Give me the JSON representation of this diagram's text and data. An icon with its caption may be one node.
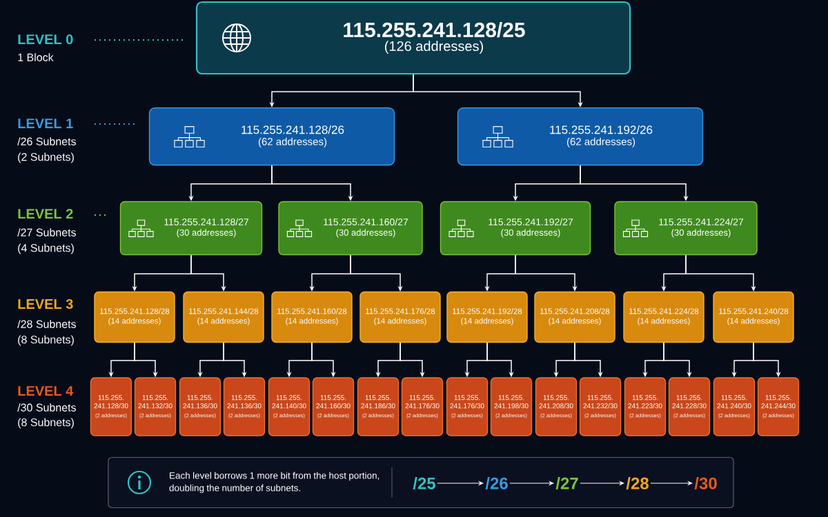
{
  "diagram": {
    "nodes": [
      {
        "text": [
          "115.255.241.128/25",
          "(126 addresses)"
        ]
      },
      {
        "text": [
          "115.255.241.128/26",
          "(62 addresses)"
        ]
      },
      {
        "text": [
          "115.255.241.192/26",
          "(62 addresses)"
        ]
      },
      {
        "text": [
          "115.255.241.128/27",
          "(30 addresses)"
        ]
      },
      {
        "text": [
          "115.255.241.160/27",
          "(30 addresses)"
        ]
      },
      {
        "text": [
          "115.255.241.192/27",
          "(30 addresses)"
        ]
      },
      {
        "text": [
          "115.255.241.224/27",
          "(30 addresses)"
        ]
      },
      {
        "text": [
          "115.255.241.128/28",
          "(14 addresses)"
        ]
      },
      {
        "text": [
          "115.255.241.144/28",
          "(14 addresses)"
        ]
      },
      {
        "text": [
          "115.255.241.160/28",
          "(14 addresses)"
        ]
      },
      {
        "text": [
          "115.255.241.176/28",
          "(14 addresses)"
        ]
      },
      {
        "text": [
          "115.255.241.192/28",
          "(14 addresses)"
        ]
      },
      {
        "text": [
          "115.255.241.208/28",
          "(14 addresses)"
        ]
      },
      {
        "text": [
          "115.255.241.224/28",
          "(14 addresses)"
        ]
      },
      {
        "text": [
          "115.255.241.240/28",
          "(14 addresses)"
        ]
      },
      {
        "text": [
          "115.255. 241.128/30",
          "(2 addresses)"
        ]
      },
      {
        "text": [
          "115.255. 241.132/30",
          "(2 addresses)"
        ]
      },
      {
        "text": [
          "115.255. 241.136/30",
          "(2 addresses)"
        ]
      },
      {
        "text": [
          "115.255. 241.136/30",
          "(2 addresses)"
        ]
      },
      {
        "text": [
          "115.255. 241.140/30",
          "(2 addresses)"
        ]
      },
      {
        "text": [
          "115.255. 241.160/30",
          "(2 addresses)"
        ]
      },
      {
        "text": [
          "115.255. 241.186/30",
          "(2 addresses)"
        ]
      },
      {
        "text": [
          "115.255. 241.176/30",
          "(2 addresses)"
        ]
      },
      {
        "text": [
          "115.255. 241.176/30",
          "(2 addresses)"
        ]
      },
      {
        "text": [
          "115.255. 241.198/30",
          "(2 addresses)"
        ]
      },
      {
        "text": [
          "115.255. 241.208/30",
          "(2 addresses)"
        ]
      },
      {
        "text": [
          "115.255. 241.232/30",
          "(2 addresses)"
        ]
      },
      {
        "text": [
          "115.255. 241.223/30",
          "(2 addresses)"
        ]
      },
      {
        "text": [
          "115.255. 241.228/30",
          "(2 addresses)"
        ]
      },
      {
        "text": [
          "115.255. 241.240/30",
          "(2 addresses)"
        ]
      },
      {
        "text": [
          "115.255. 241.244/30",
          "(2 addresses)"
        ]
      },
      {
        "text": [
          "Each level borrows 1 more bit from the host portion, doubling the number of subnets."
        ]
      },
      {
        "text": [
          "/25"
        ],
        "in": 31
      },
      {
        "text": [
          "/26"
        ],
        "in": 31
      },
      {
        "text": [
          "/27"
        ],
        "in": 31
      },
      {
        "text": [
          "/28"
        ],
        "in": 31
      },
      {
        "text": [
          "/30"
        ],
        "in": 31
      }
    ],
    "edges": [
      {
        "from": 0,
        "to": 1,
        "arrow": "to"
      },
      {
        "from": 0,
        "to": 2,
        "arrow": "to"
      },
      {
        "from": 1,
        "to": 3,
        "arrow": "to"
      },
      {
        "from": 1,
        "to": 4,
        "arrow": "to"
      },
      {
        "from": 2,
        "to": 5,
        "arrow": "to"
      },
      {
        "from": 2,
        "to": 6,
        "arrow": "to"
      },
      {
        "from": 3,
        "to": 7,
        "arrow": "to"
      },
      {
        "from": 3,
        "to": 8,
        "arrow": "to"
      },
      {
        "from": 4,
        "to": 9,
        "arrow": "to"
      },
      {
        "from": 4,
        "to": 10,
        "arrow": "to"
      },
      {
        "from": 5,
        "to": 11,
        "arrow": "to"
      },
      {
        "from": 5,
        "to": 12,
        "arrow": "to"
      },
      {
        "from": 6,
        "to": 13,
        "arrow": "to"
      },
      {
        "from": 6,
        "to": 14,
        "arrow": "to"
      },
      {
        "from": 7,
        "to": 15,
        "arrow": "to"
      },
      {
        "from": 7,
        "to": 16,
        "arrow": "to"
      },
      {
        "from": 8,
        "to": 17,
        "arrow": "to"
      },
      {
        "from": 8,
        "to": 18,
        "arrow": "to"
      },
      {
        "from": 9,
        "to": 19,
        "arrow": "to"
      },
      {
        "from": 9,
        "to": 20,
        "arrow": "to"
      },
      {
        "from": 10,
        "to": 21,
        "arrow": "to"
      },
      {
        "from": 10,
        "to": 22,
        "arrow": "to"
      },
      {
        "from": 11,
        "to": 23,
        "arrow": "to"
      },
      {
        "from": 11,
        "to": 24,
        "arrow": "to"
      },
      {
        "from": 12,
        "to": 25,
        "arrow": "to"
      },
      {
        "from": 12,
        "to": 26,
        "arrow": "to"
      },
      {
        "from": 13,
        "to": 27,
        "arrow": "to"
      },
      {
        "from": 13,
        "to": 28,
        "arrow": "to"
      },
      {
        "from": 14,
        "to": 29,
        "arrow": "to"
      },
      {
        "from": 14,
        "to": 30,
        "arrow": "to"
      },
      {
        "from": 32,
        "to": 33,
        "arrow": "to"
      },
      {
        "from": 33,
        "to": 34,
        "arrow": "to"
      },
      {
        "from": 34,
        "to": 35,
        "arrow": "to"
      },
      {
        "from": 35,
        "to": 36,
        "arrow": "to"
      }
    ],
    "labels": [
      "LEVEL 0",
      "1 Block",
      "LEVEL 1",
      "/26 Subnets",
      "(2 Subnets)",
      "LEVEL 2",
      "/27 Subnets",
      "(4 Subnets)",
      "LEVEL 3",
      "/28 Subnets",
      "(8 Subnets)",
      "LEVEL 4",
      "/30 Subnets",
      "(8 Subnets)"
    ]
  }
}
